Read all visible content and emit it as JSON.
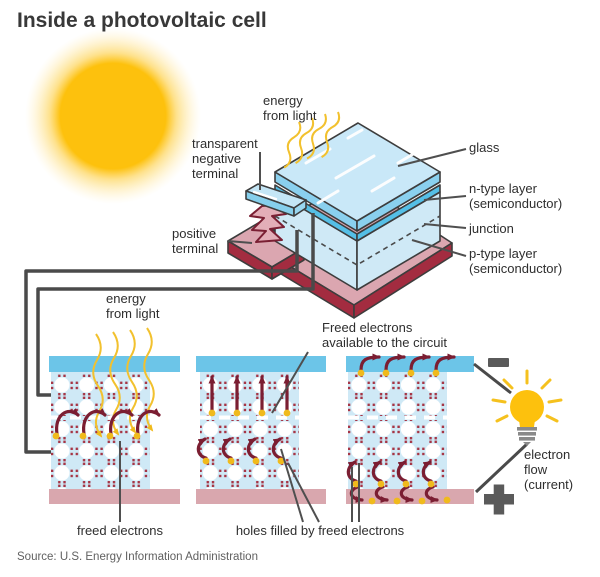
{
  "title": "Inside a photovoltaic cell",
  "source": "Source: U.S. Energy Information Administration",
  "cell": {
    "labels": {
      "energy_from_light": "energy\nfrom light",
      "transparent_negative_terminal": "transparent\nnegative\nterminal",
      "positive_terminal": "positive\nterminal",
      "glass": "glass",
      "n_type_layer": "n-type layer\n(semiconductor)",
      "junction": "junction",
      "p_type_layer": "p-type layer\n(semiconductor)"
    }
  },
  "process": {
    "labels": {
      "energy_from_light": "energy\nfrom light",
      "freed_electrons_available": "Freed electrons\navailable to the circuit",
      "freed_electrons": "freed electrons",
      "holes_filled": "holes filled by freed electrons",
      "electron_flow": "electron\nflow\n(current)"
    },
    "signs": {
      "negative": "−",
      "positive": "+"
    },
    "panels": {
      "count": 3,
      "atom_columns": 4,
      "atom_rows": 5
    }
  },
  "style": {
    "terminal_blue": "#6cc5e8",
    "semiconductor_blue": "#cfe9f6",
    "glass_blue": "#c9e8f8",
    "terminal_pink": "#d9a7ae",
    "base_red": "#a32c40",
    "electron_arrow_maroon": "#7b1e32",
    "light_yellow": "#f5c11e",
    "sun_yellow": "#fdc10d",
    "wire_gray": "#4a4a4a",
    "text_dark": "#2e2e2e"
  }
}
